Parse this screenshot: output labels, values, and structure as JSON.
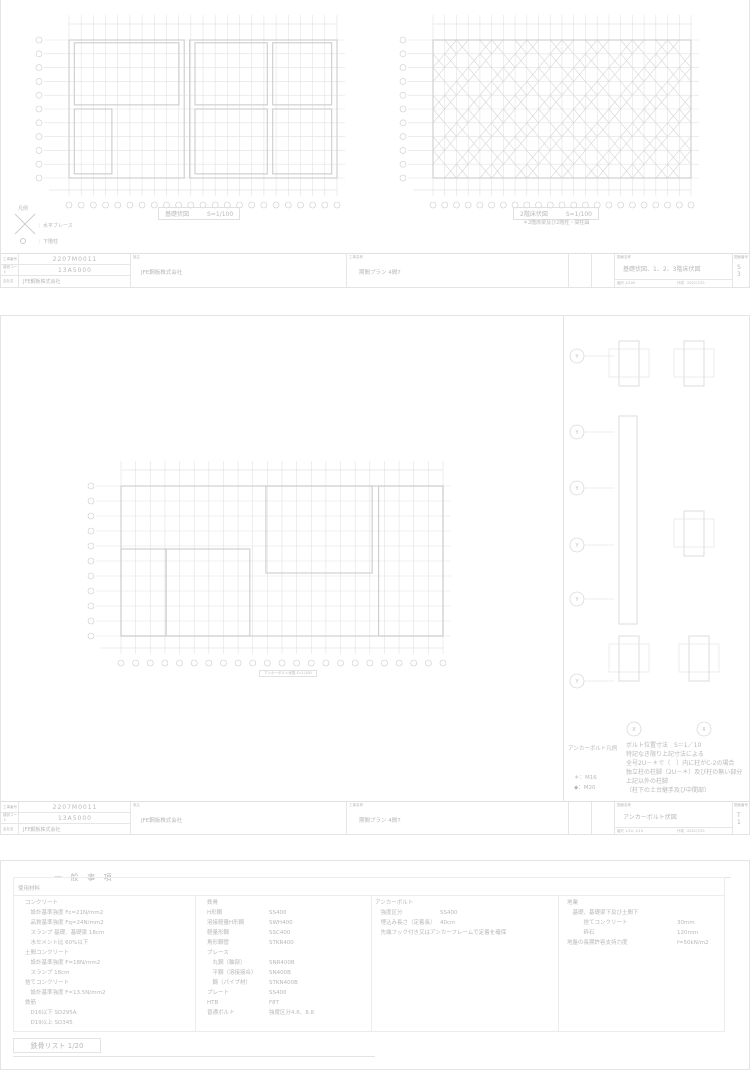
{
  "sheet1": {
    "plan_left_caption": "基礎伏図",
    "plan_left_scale": "S=1/100",
    "plan_right_caption": "2階床伏図",
    "plan_right_scale": "S=1/100",
    "plan_right_note": "＊2階床梁及び2階柱・間柱図",
    "legend_title": "凡例",
    "legend_brace": "：水平ブレース",
    "legend_column": "：下階柱",
    "title_block": {
      "job_no_label": "工事番号",
      "job_no": "2207M0011",
      "code_label": "建設コード",
      "code": "13A5000",
      "name_label": "会社名",
      "name": "JFE鋼板株式会社",
      "client_label": "施主",
      "client": "JFE鋼板株式会社",
      "project_label": "工事名称",
      "project": "期間プラン 4間7",
      "drawing_label": "図面名称",
      "drawing": "基礎伏図、1、2、3階床伏図",
      "sheet_label": "図面番号",
      "sheet_no": "S 3",
      "scale_label": "縮尺",
      "scale": "1/100",
      "date_label": "作成",
      "date": "2022/7/21"
    }
  },
  "sheet2": {
    "plan_caption": "アンカーボルト伏図 S=1/100",
    "grid_label": "Y",
    "grid_label_x": "X",
    "anchor_title": "アンカーボルト凡例",
    "anchor_m16": "＊：M16",
    "anchor_m20": "◆：M20",
    "anchor_notes": [
      "ボルト位置寸法　S＝1／10",
      "特記なき限り上記寸法による",
      "全号2U－＊で（　）内に柱がC-2の場合",
      "独立柱の柱脚（2U－＊）及び柱の無い部分",
      "上記以外の柱脚",
      "（柱下の土台継手及び中間部）"
    ],
    "title_block": {
      "job_no_label": "工事番号",
      "job_no": "2207M0011",
      "code_label": "建設コード",
      "code": "13A5000",
      "name_label": "会社名",
      "name": "JFE鋼板株式会社",
      "client_label": "施主",
      "client": "JFE鋼板株式会社",
      "project_label": "工事名称",
      "project": "期間プラン 4間7",
      "drawing_label": "図面名称",
      "drawing": "アンカーボルト伏図",
      "sheet_label": "図面番号",
      "sheet_no": "T 1",
      "scale_label": "縮尺",
      "scale": "1/10, 1/10",
      "date_label": "作成",
      "date": "2022/7/21"
    }
  },
  "sheet3": {
    "heading": "一 般 事 項",
    "materials_label": "使用材料",
    "concrete": [
      "コンクリート",
      "　設計基準強度 Fc=21N/mm2",
      "　品質基準強度 Fq=24N/mm2",
      "　スランプ 基礎、基礎梁 18cm",
      "　水セメント比 60%以下",
      "土間コンクリート",
      "　設計基準強度 F=18N/mm2",
      "　スランプ 18cm",
      "捨てコンクリート",
      "　設計基準強度 F=13.5N/mm2",
      "鉄筋",
      "　D16以下 SD295A",
      "　D19以上 SD345"
    ],
    "steel": [
      [
        "鉄骨",
        ""
      ],
      [
        "H形鋼",
        "SS400"
      ],
      [
        "溶接軽量H形鋼",
        "SWH400"
      ],
      [
        "軽量形鋼",
        "SSC400"
      ],
      [
        "角形鋼管",
        "STKR400"
      ],
      [
        "ブレース",
        ""
      ],
      [
        "　丸鋼（軸部）",
        "SNR400B"
      ],
      [
        "　平鋼（溶接接合）",
        "SN400B"
      ],
      [
        "　鋼（パイプ材）",
        "STKN400B"
      ],
      [
        "プレート",
        "SS400"
      ],
      [
        "HTB",
        "F8T"
      ],
      [
        "普通ボルト",
        "強度区分4.6、8.8"
      ]
    ],
    "anchor": [
      [
        "アンカーボルト",
        ""
      ],
      [
        "　強度区分",
        "SS400"
      ],
      [
        "　埋込み長さ（定着長）",
        "40cm"
      ],
      [
        "　先端フック付き又はアンカーフレームで定着を確保",
        ""
      ]
    ],
    "ground": [
      [
        "地業",
        ""
      ],
      [
        "　基礎、基礎梁下及び土間下",
        ""
      ],
      [
        "　　　捨てコンクリート",
        "30mm"
      ],
      [
        "　　　砕石",
        "120mm"
      ],
      [
        "",
        ""
      ],
      [
        "地盤の長期許容支持力度",
        "f=50kN/m2"
      ]
    ],
    "list_label": "鉄骨リスト 1/20"
  }
}
